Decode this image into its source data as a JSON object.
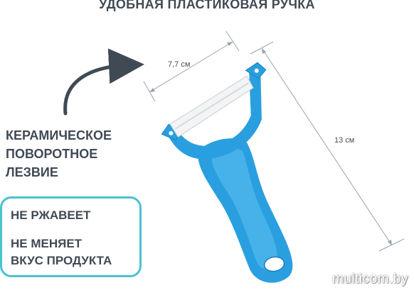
{
  "headline": "УДОБНАЯ ПЛАСТИКОВАЯ РУЧКА",
  "feature_label": {
    "line1": "КЕРАМИЧЕСКОЕ",
    "line2": "ПОВОРОТНОЕ",
    "line3": "ЛЕЗВИЕ"
  },
  "benefits": {
    "item1": "НЕ РЖАВЕЕТ",
    "item2_line1": "НЕ МЕНЯЕТ",
    "item2_line2": "ВКУС ПРОДУКТА"
  },
  "dimensions": {
    "blade_width": "7,7 см",
    "length": "13 см"
  },
  "watermark": "multicom.by",
  "colors": {
    "text": "#404a55",
    "box_border": "#4ac2cf",
    "peeler_blue": "#2a9fe0",
    "blade": "#f2f4f5"
  }
}
